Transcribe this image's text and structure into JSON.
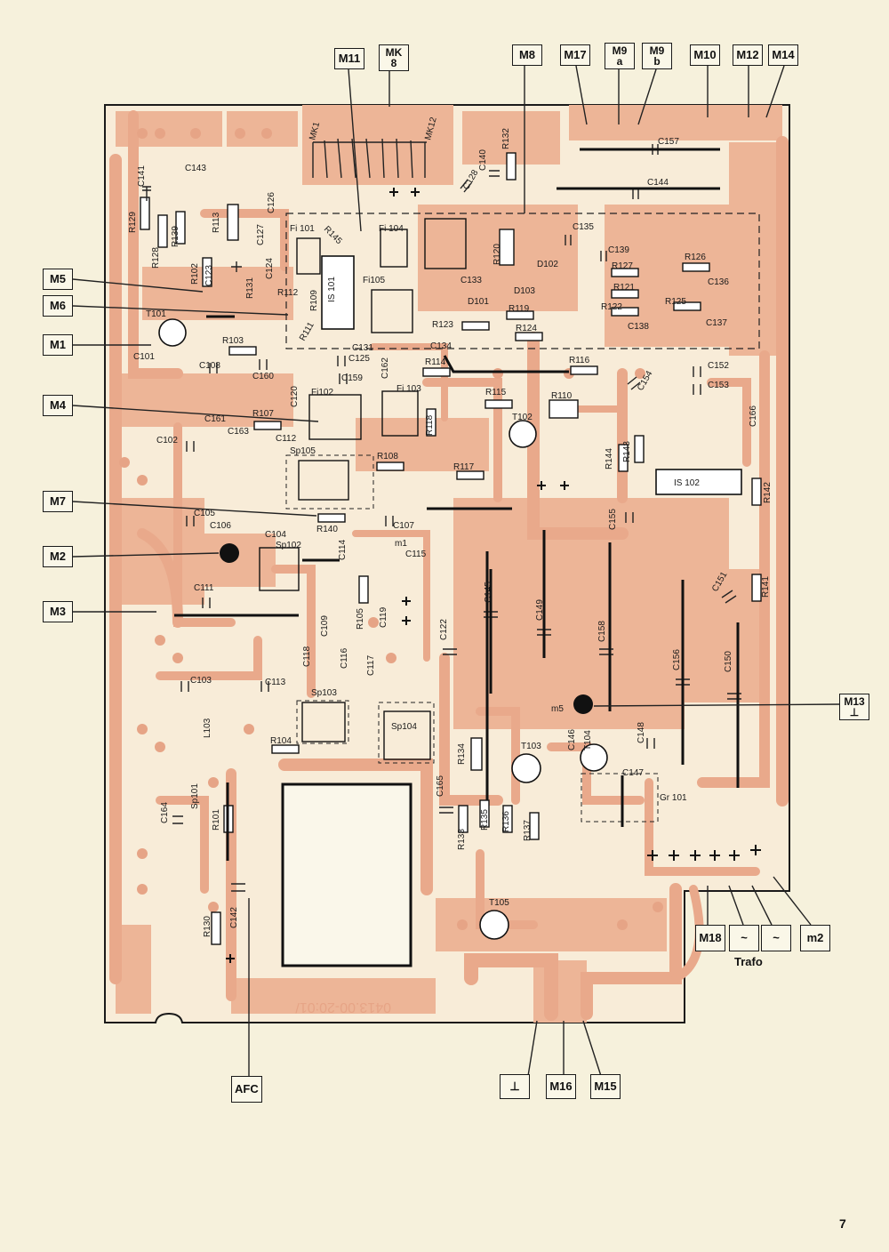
{
  "page_number": "7",
  "transformer_label": "Trafo",
  "board_id": "0413.00-20:01/",
  "connectors": {
    "M11": "M11",
    "MK8_top": "MK",
    "MK8_bot": "8",
    "M8": "M8",
    "M17": "M17",
    "M9a_top": "M9",
    "M9a_bot": "a",
    "M9b_top": "M9",
    "M9b_bot": "b",
    "M10": "M10",
    "M12": "M12",
    "M14": "M14",
    "M5": "M5",
    "M6": "M6",
    "M1": "M1",
    "M4": "M4",
    "M7": "M7",
    "M2": "M2",
    "M3": "M3",
    "M13": "M13",
    "M18": "M18",
    "tilde1": "~",
    "tilde2": "~",
    "m2": "m2",
    "ground": "⊥",
    "M16": "M16",
    "M15": "M15",
    "AFC": "AFC"
  },
  "components": {
    "c143": "C143",
    "c141": "C141",
    "r129": "R129",
    "r128": "R128",
    "r139": "R139",
    "r113": "R113",
    "r102": "R102",
    "c123": "C123",
    "c127": "C127",
    "c126": "C126",
    "c124": "C124",
    "r131": "R131",
    "fi101": "Fi 101",
    "r145": "R145",
    "r112": "R112",
    "r109": "R109",
    "is101": "IS 101",
    "fi105": "Fi105",
    "r111": "R111",
    "c131": "C131",
    "fi104": "Fi 104",
    "r120": "R120",
    "c135": "C135",
    "c139": "C139",
    "d102": "D102",
    "r127": "R127",
    "r126": "R126",
    "c133": "C133",
    "d103": "D103",
    "r121": "R121",
    "c136": "C136",
    "d101": "D101",
    "r119": "R119",
    "r122": "R122",
    "r125": "R125",
    "c137": "C137",
    "r123": "R123",
    "c134": "C134",
    "r124": "R124",
    "c138": "C138",
    "c140": "C140",
    "r132": "R132",
    "c128": "C128",
    "c157": "C157",
    "c144": "C144",
    "mk1": "MK1",
    "mk12": "MK12",
    "t101": "T101",
    "c101": "C101",
    "r103": "R103",
    "c108": "C108",
    "c160": "C160",
    "c125": "C125",
    "c159": "C159",
    "c162": "C162",
    "r114": "R114",
    "r116": "R116",
    "c154": "C154",
    "c152": "C152",
    "c153": "C153",
    "c120": "C120",
    "fi102": "Fi102",
    "fi103": "Fi 103",
    "r115": "R115",
    "r110": "R110",
    "t102": "T102",
    "r118": "R118",
    "c161": "C161",
    "c163": "C163",
    "r107": "R107",
    "c102": "C102",
    "c112": "C112",
    "sp105": "Sp105",
    "r108": "R108",
    "r117": "R117",
    "r144": "R144",
    "r143": "R143",
    "is102": "IS 102",
    "c166": "C166",
    "r142": "R142",
    "c155": "C155",
    "c105": "C105",
    "c106": "C106",
    "r140": "R140",
    "c107": "C107",
    "c104": "C104",
    "sp102": "Sp102",
    "m1": "m1",
    "c114": "C114",
    "c115": "C115",
    "c111": "C111",
    "r105": "R105",
    "c119": "C119",
    "c145": "C145",
    "c149": "C149",
    "c151": "C151",
    "r141": "R141",
    "c109": "C109",
    "c122": "C122",
    "c158": "C158",
    "c118": "C118",
    "c116": "C116",
    "c117": "C117",
    "c156": "C156",
    "c150": "C150",
    "c103": "C103",
    "c113": "C113",
    "sp103": "Sp103",
    "l103": "L103",
    "r104": "R104",
    "sp104": "Sp104",
    "m5": "m5",
    "r134": "R134",
    "t103": "T103",
    "c146": "C146",
    "t104": "T104",
    "c148": "C148",
    "c147": "C147",
    "gr101": "Gr 101",
    "sp101": "Sp101",
    "c164": "C164",
    "r101": "R101",
    "c165": "C165",
    "r133": "R133",
    "r135": "R135",
    "r136": "R136",
    "r137": "R137",
    "r130": "R130",
    "c142": "C142",
    "t105": "T105"
  }
}
